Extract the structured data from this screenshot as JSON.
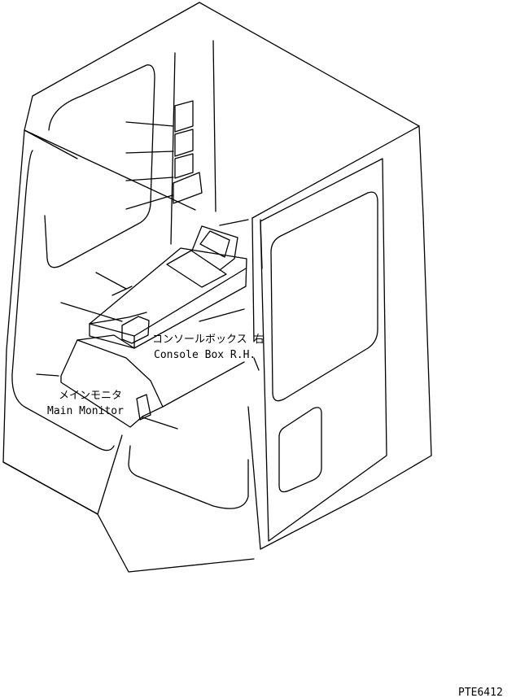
{
  "labels": {
    "console_box_jp": "コンソールボックス 右",
    "console_box_en": "Console Box R.H.",
    "main_monitor_jp": "メインモニタ",
    "main_monitor_en": "Main Monitor",
    "drawing_code": "PTE6412"
  }
}
